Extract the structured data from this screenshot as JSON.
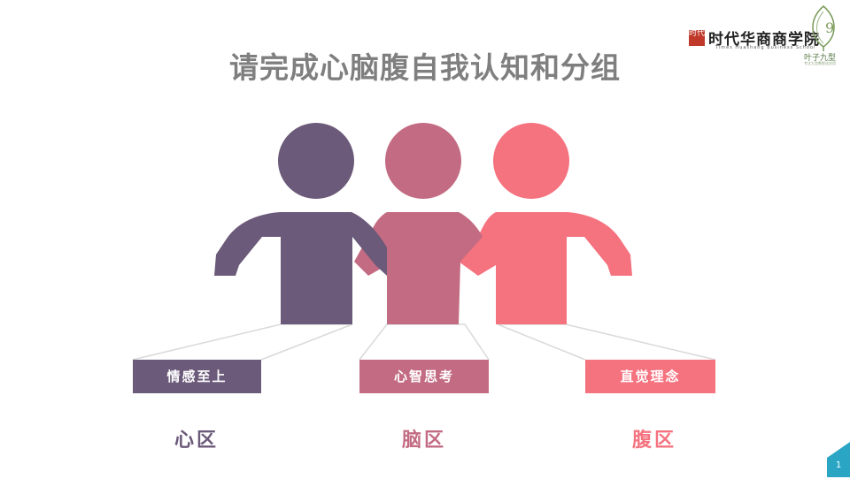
{
  "slide": {
    "title": "请完成心脑腹自我认知和分组",
    "page_number": "1"
  },
  "logos": {
    "school_seal": "时代",
    "school_name": "时代华商商学院",
    "school_name_en": "Times Huashang Business School",
    "brand_name": "叶子九型",
    "brand_sub": "专注九型数智化应用",
    "brand_icon": "leaf-icon"
  },
  "groups": [
    {
      "tag": "情感至上",
      "zone": "心区",
      "color": "#6b5a79"
    },
    {
      "tag": "心智思考",
      "zone": "脑区",
      "color": "#c36b82"
    },
    {
      "tag": "直觉理念",
      "zone": "腹区",
      "color": "#f5727f"
    }
  ],
  "colors": {
    "title": "#7f7f7f",
    "page_badge": "#2aa6c4",
    "connector_line": "#d9d9d9"
  }
}
